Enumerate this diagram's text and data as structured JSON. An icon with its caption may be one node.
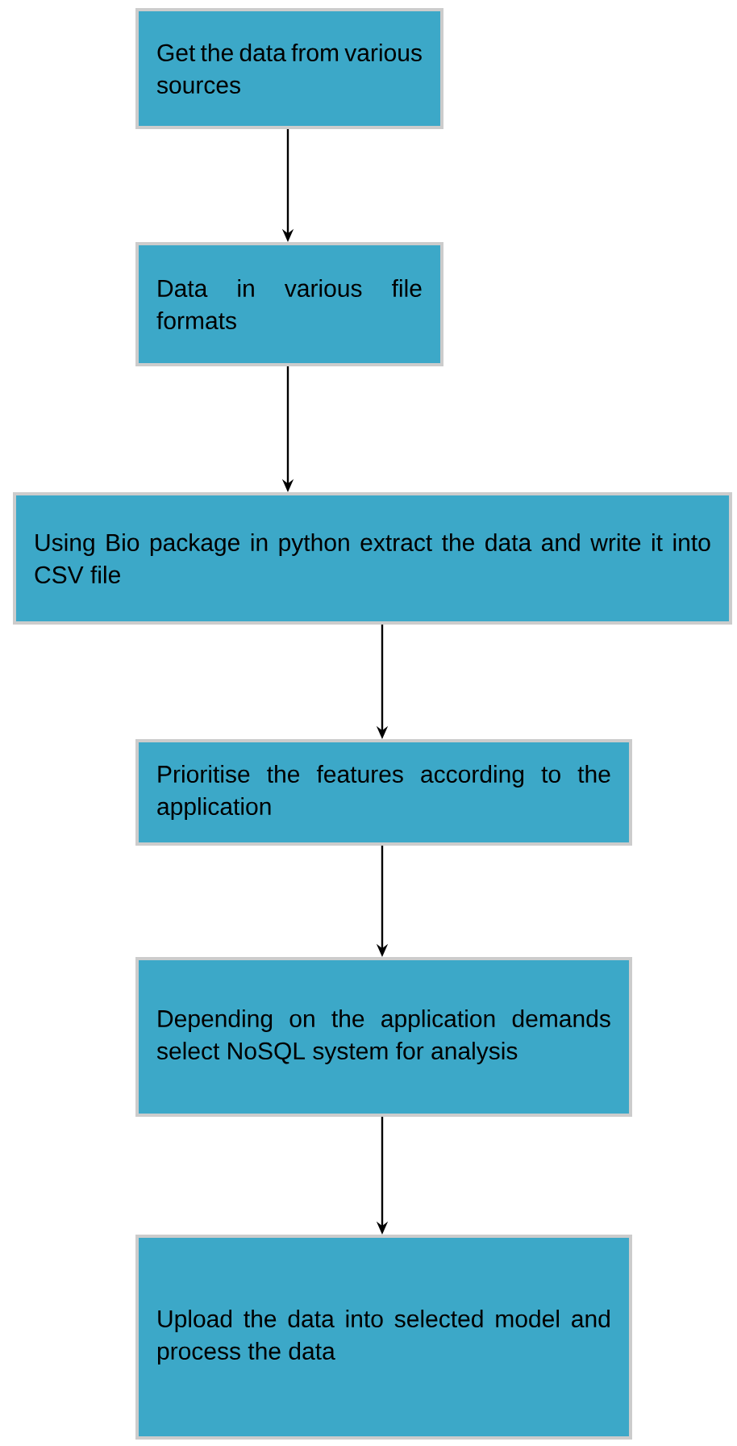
{
  "diagram": {
    "nodes": [
      {
        "text": [
          "Get the data from various sources"
        ]
      },
      {
        "text": [
          "Data in various file formats"
        ]
      },
      {
        "text": [
          "Using Bio package in python extract the data and write it into CSV file"
        ]
      },
      {
        "text": [
          "Prioritise the features according to the application"
        ]
      },
      {
        "text": [
          "Depending on the application demands select NoSQL system for analysis"
        ]
      },
      {
        "text": [
          "Upload the data into selected model and process the data"
        ]
      }
    ],
    "edges": [
      {
        "from": 0,
        "to": 1,
        "arrow": "to"
      },
      {
        "from": 1,
        "to": 2,
        "arrow": "to"
      },
      {
        "from": 2,
        "to": 3,
        "arrow": "to"
      },
      {
        "from": 3,
        "to": 4,
        "arrow": "to"
      },
      {
        "from": 4,
        "to": 5,
        "arrow": "to"
      }
    ]
  }
}
